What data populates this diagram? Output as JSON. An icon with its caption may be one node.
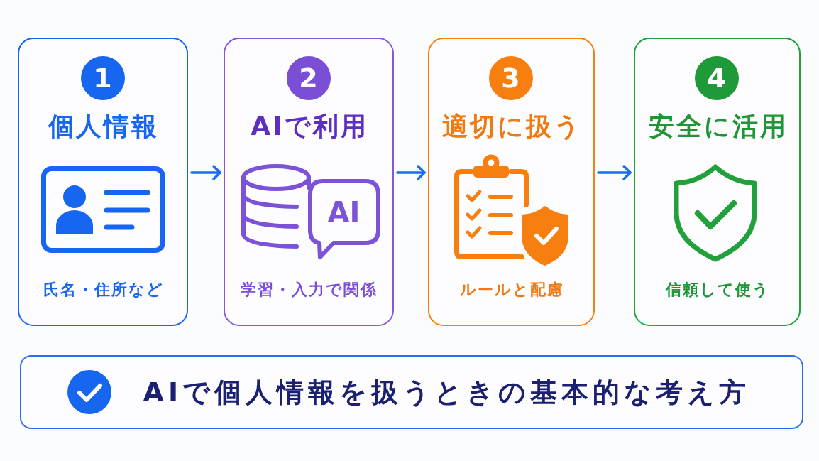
{
  "diagram": {
    "nodes": [
      {
        "text": [
          "個人情報",
          "氏名・住所など"
        ]
      },
      {
        "text": [
          "1"
        ],
        "in": 0
      },
      {
        "text": [
          "AIで利用",
          "学習・入力で関係"
        ]
      },
      {
        "text": [
          "2"
        ],
        "in": 2
      },
      {
        "text": [
          "適切に扱う",
          "ルールと配慮"
        ]
      },
      {
        "text": [
          "3"
        ],
        "in": 4
      },
      {
        "text": [
          "安全に活用",
          "信頼して使う"
        ]
      },
      {
        "text": [
          "4"
        ],
        "in": 6
      },
      {
        "text": [
          "AIで個人情報を扱うときの基本的な考え方"
        ]
      }
    ],
    "edges": [
      {
        "from": 0,
        "to": 2,
        "arrow": "to"
      },
      {
        "from": 2,
        "to": 4,
        "arrow": "to"
      },
      {
        "from": 4,
        "to": 6,
        "arrow": "to"
      }
    ],
    "labels": [
      "AI"
    ]
  }
}
